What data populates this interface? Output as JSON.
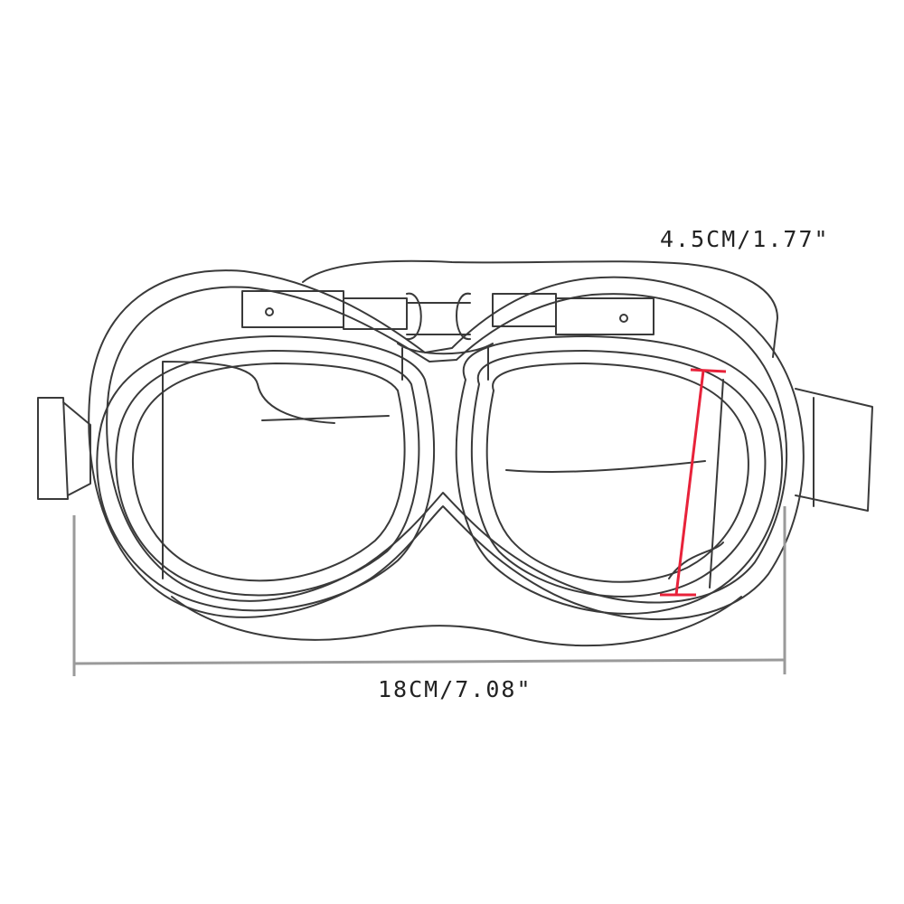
{
  "dimensions": {
    "height_label": "4.5CM/1.77\"",
    "width_label": "18CM/7.08\""
  },
  "colors": {
    "outline": "#3a3a3a",
    "dimension_line": "#e8223a",
    "label_text": "#222222",
    "background": "#ffffff"
  },
  "icons": [
    "goggles-drawing",
    "dimension-arrow"
  ]
}
